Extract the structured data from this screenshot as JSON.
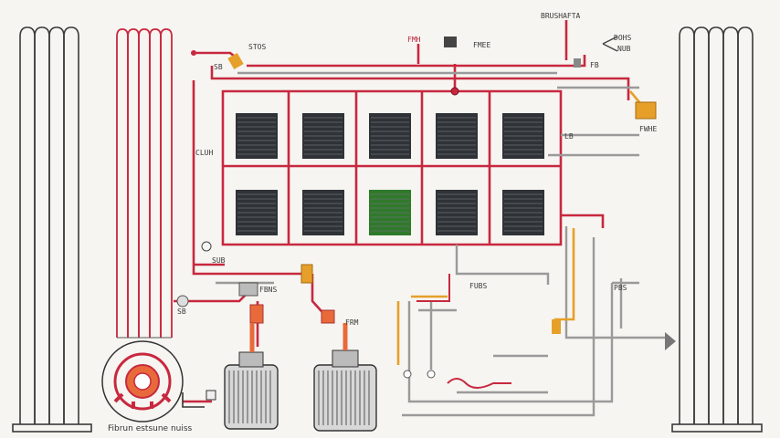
{
  "labels": {
    "top_right": "BRUSHAFTA",
    "top_center_red": "FMH",
    "damper_top": "FMEE",
    "valve_top_left": "STOS",
    "small_tl": "SB",
    "right_block_1": "DOHS",
    "right_block_2": "NUB",
    "right_block_3": "FB",
    "outlet_orange": "FWHE",
    "right_mid": "LB",
    "panel_side": "CLUH",
    "lower_left_fitting": "SUB",
    "pump_left_tag": "FBNS",
    "pump_mid_tag": "FRM",
    "mid_junction": "FUBS",
    "right_pipe": "PBS",
    "lower_valve": "SB",
    "bottom_left_caption": "Fibrun estsune nuiss"
  },
  "panels": {
    "rows": 2,
    "cols": 5,
    "highlighted_index": 7
  },
  "colors": {
    "pipe_red": "#c8283f",
    "pipe_gray": "#9a9a9a",
    "pipe_orange": "#e6a02a",
    "grille_dark": "#2f3236",
    "grille_green": "#2f7a2a",
    "radiator_line": "#3a3a3a"
  }
}
